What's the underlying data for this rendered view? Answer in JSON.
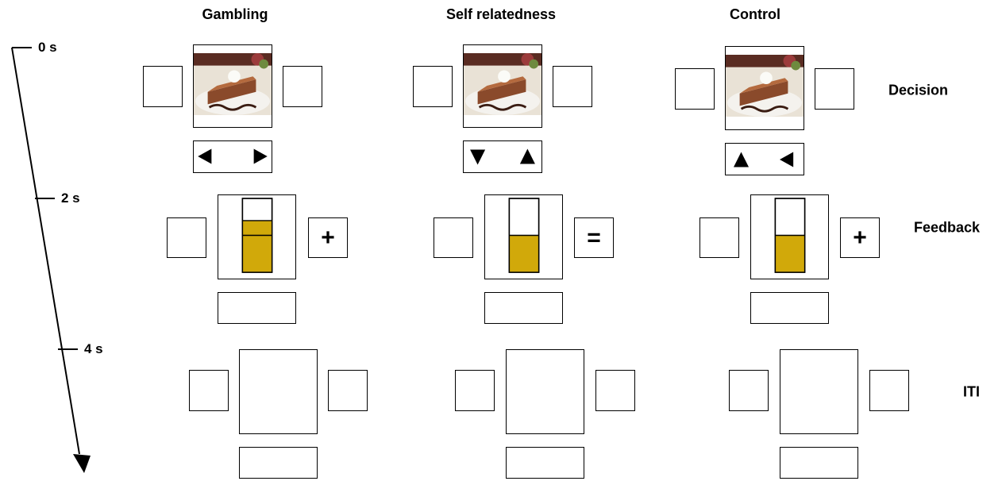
{
  "columns": [
    {
      "title": "Gambling",
      "arrows": [
        "left",
        "right"
      ],
      "sign": "+",
      "fill": 0.7
    },
    {
      "title": "Self relatedness",
      "arrows": [
        "down",
        "up"
      ],
      "sign": "=",
      "fill": 0.5
    },
    {
      "title": "Control",
      "arrows": [
        "up",
        "left"
      ],
      "sign": "+",
      "fill": 0.5
    }
  ],
  "rows": [
    {
      "label": "Decision"
    },
    {
      "label": "Feedback"
    },
    {
      "label": "ITI"
    }
  ],
  "timeline": {
    "ticks": [
      "0 s",
      "2 s",
      "4 s"
    ]
  },
  "colors": {
    "fill": "#d1a90a",
    "line": "#000000"
  },
  "icons": {
    "photo": "chocolate-cake-slice-photo",
    "arrow": "triangle-arrow-icon"
  }
}
